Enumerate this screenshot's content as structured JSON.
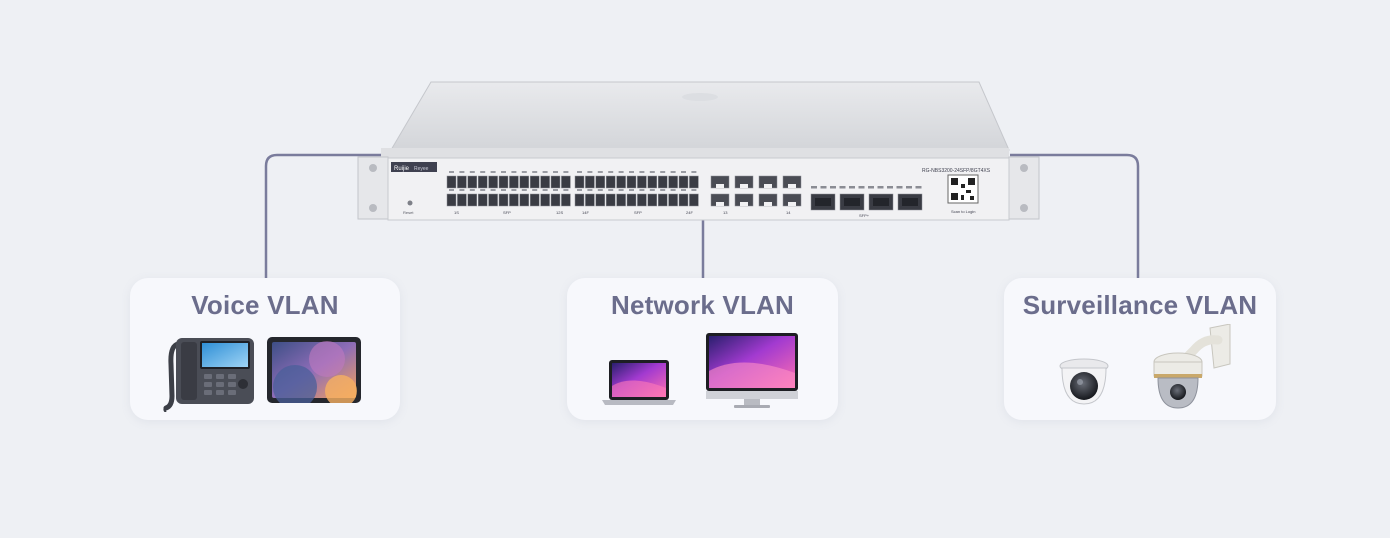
{
  "switch": {
    "brand": "Ruijie",
    "sub_brand": "Reyee",
    "model": "RG-NBS3200-24SFP/8GT4XS",
    "port_labels": [
      "1S",
      "SFP",
      "12S",
      "14F",
      "SFP",
      "24F",
      "13",
      "14"
    ],
    "sfp_plus_label": "SFP+",
    "reset_label": "Reset",
    "qr_caption": "Scan to Login"
  },
  "groups": [
    {
      "title": "Voice VLAN",
      "devices": [
        "ip-phone",
        "tablet"
      ]
    },
    {
      "title": "Network VLAN",
      "devices": [
        "laptop",
        "desktop-monitor"
      ]
    },
    {
      "title": "Surveillance VLAN",
      "devices": [
        "dome-camera",
        "ptz-camera"
      ]
    }
  ],
  "colors": {
    "background": "#eef0f4",
    "card": "#f7f8fc",
    "connector": "#7a7c9c",
    "title": "#6b6d8c"
  }
}
